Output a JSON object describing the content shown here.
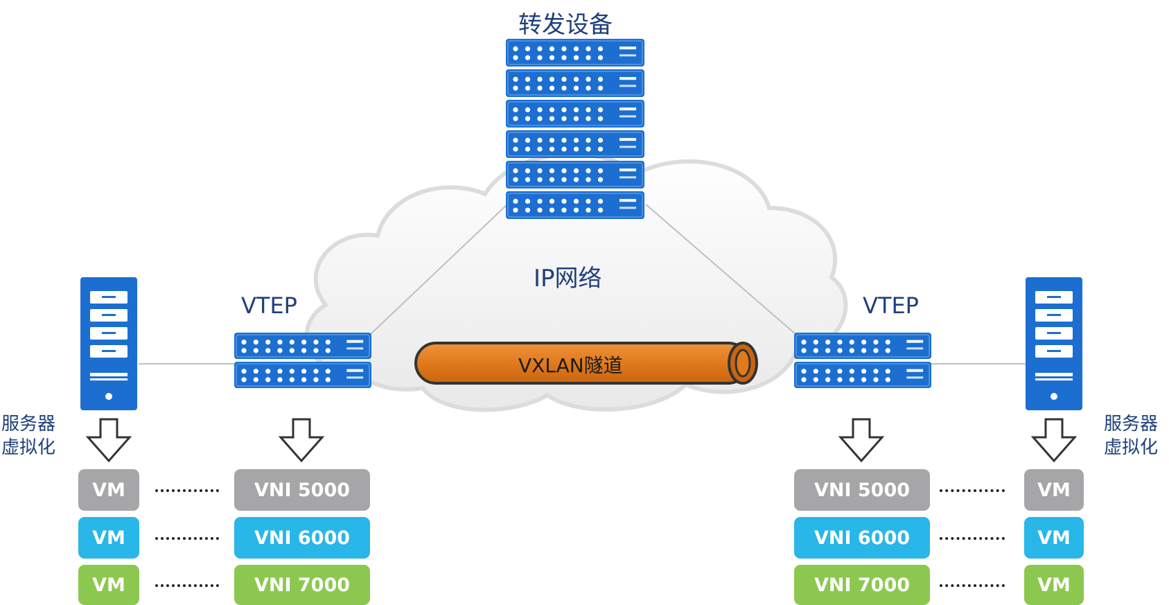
{
  "labels": {
    "forwarding_device": "转发设备",
    "ip_network": "IP网络",
    "vtep_left": "VTEP",
    "vtep_right": "VTEP",
    "tunnel": "VXLAN隧道",
    "server_virt_left_line1": "服务器",
    "server_virt_left_line2": "虚拟化",
    "server_virt_right_line1": "服务器",
    "server_virt_right_line2": "虚拟化"
  },
  "left_vms": [
    "VM",
    "VM",
    "VM"
  ],
  "left_vnis": [
    "VNI 5000",
    "VNI 6000",
    "VNI 7000"
  ],
  "right_vnis": [
    "VNI 5000",
    "VNI 6000",
    "VNI 7000"
  ],
  "right_vms": [
    "VM",
    "VM",
    "VM"
  ],
  "row_colors": [
    "#a6a6a8",
    "#29b6e8",
    "#8cc850"
  ],
  "device_color": "#1c6fd1",
  "tunnel_color": "#e07a1d",
  "text_color": "#1f3f7a"
}
